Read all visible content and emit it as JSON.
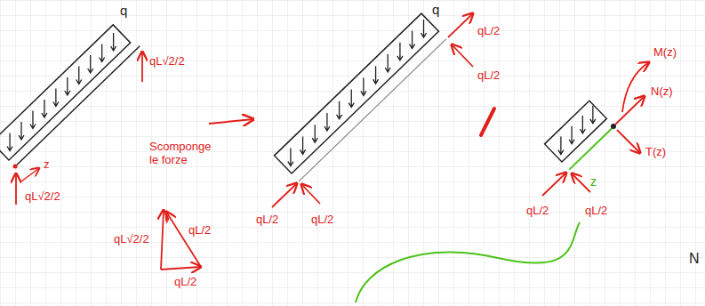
{
  "diagram": {
    "labels": [
      "q",
      "qL√2/2",
      "z",
      "qL√2/2",
      "Scomponge le forze",
      "qL√2/2",
      "qL/2",
      "qL/2",
      "q",
      "qL/2",
      "qL/2",
      "qL/2",
      "qL/2",
      "M(z)",
      "N(z)",
      "T(z)",
      "z",
      "qL/2",
      "qL/2",
      "N"
    ]
  }
}
